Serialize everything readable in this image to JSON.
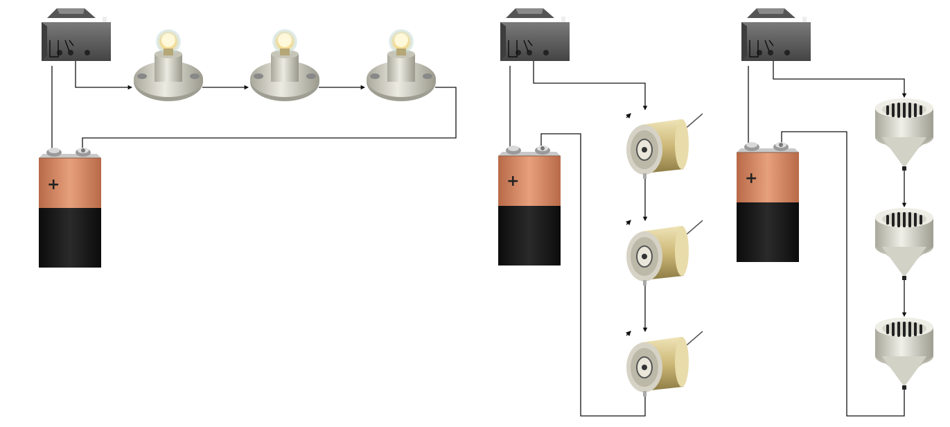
{
  "battery_label": "+",
  "colors": {
    "wire": "#111111",
    "battery_top": "#d4845e",
    "battery_bottom": "#151515",
    "switch_body": "#5b5b5b",
    "lamp_base": "#d9d8cd",
    "bulb_glow": "#fff6c4",
    "motor_can": "#d8c78c",
    "buzzer_body": "#e4e4da"
  },
  "circuits": [
    {
      "name": "series-lamps",
      "components": [
        "rocker-switch",
        "lamp",
        "lamp",
        "lamp",
        "battery-9v"
      ]
    },
    {
      "name": "series-motors",
      "components": [
        "rocker-switch",
        "motor",
        "motor",
        "motor",
        "battery-9v"
      ]
    },
    {
      "name": "series-buzzers",
      "components": [
        "rocker-switch",
        "buzzer",
        "buzzer",
        "buzzer",
        "battery-9v"
      ]
    }
  ]
}
